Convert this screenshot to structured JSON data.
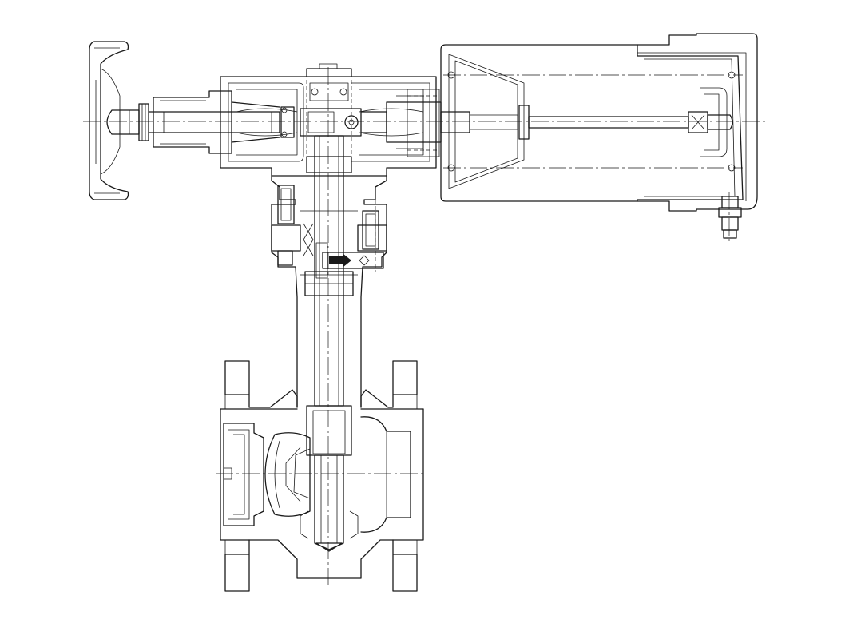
{
  "drawing": {
    "components": [
      "handwheel",
      "gear-housing",
      "actuator-housing",
      "stem",
      "yoke",
      "valve-body",
      "inlet-flange",
      "outlet-flange",
      "ball",
      "seat",
      "position-indicator",
      "cable-fitting"
    ],
    "colors": {
      "line": "#1a1a1a",
      "background": "#ffffff"
    }
  }
}
